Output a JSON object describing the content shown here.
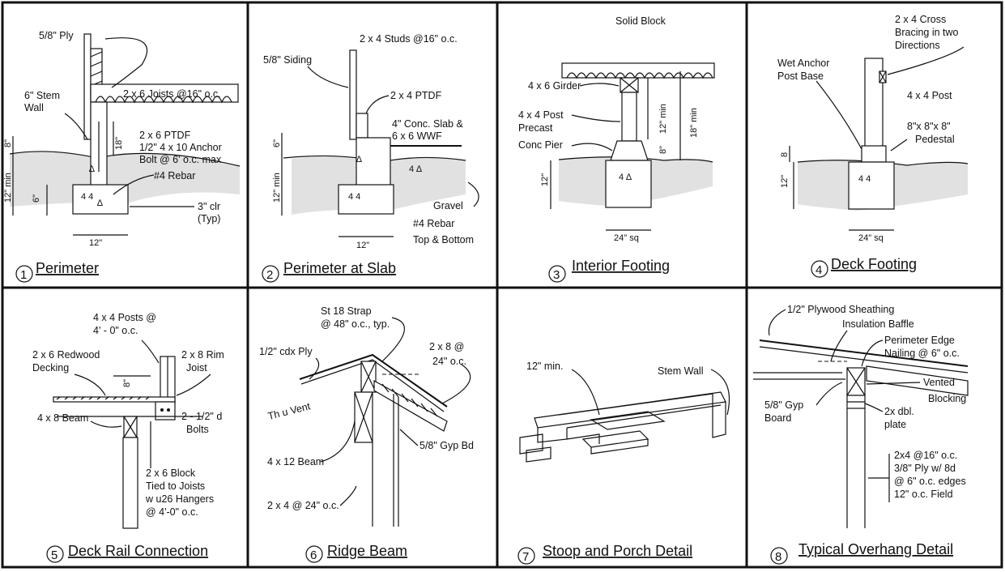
{
  "panels": [
    {
      "num": "1",
      "title": "Perimeter",
      "labels": {
        "ply": "5/8\" Ply",
        "stem1": "6\" Stem",
        "stem2": "Wall",
        "joists": "2 x 6 Joists @16\" o.c.",
        "ptdf": "2 x 6 PTDF",
        "anchor1": "1/2\" 4 x 10 Anchor",
        "anchor2": "Bolt @ 6' o.c. max",
        "rebar": "#4 Rebar",
        "clr1": "3\" clr",
        "clr2": "(Typ)",
        "dim8": "8\"",
        "dim18": "18\"",
        "dim12min": "12\" min",
        "dim6": "6\"",
        "dim12": "12\""
      }
    },
    {
      "num": "2",
      "title": "Perimeter at Slab",
      "labels": {
        "studs": "2 x 4 Studs @16\" o.c.",
        "siding": "5/8\" Siding",
        "ptdf": "2 x 4 PTDF",
        "slab1": "4\" Conc. Slab &",
        "slab2": "6 x 6 WWF",
        "gravel": "Gravel",
        "rebar1": "#4 Rebar",
        "rebar2": "Top & Bottom",
        "dim6": "6\"",
        "dim12min": "12\" min",
        "dim12": "12\""
      }
    },
    {
      "num": "3",
      "title": "Interior Footing",
      "labels": {
        "block": "Solid Block",
        "girder": "4 x 6 Girder",
        "post1": "4 x 4 Post",
        "post2": "Precast",
        "post3": "Conc Pier",
        "dim12min": "12\" min",
        "dim18min": "18\" min",
        "dim8": "8\"",
        "dim12": "12\"",
        "dim24": "24\" sq"
      }
    },
    {
      "num": "4",
      "title": "Deck Footing",
      "labels": {
        "brace1": "2 x 4 Cross",
        "brace2": "Bracing in two",
        "brace3": "Directions",
        "anchor1": "Wet Anchor",
        "anchor2": "Post Base",
        "post": "4 x 4 Post",
        "ped1": "8\"x 8\"x 8\"",
        "ped2": "Pedestal",
        "dim8": "8",
        "dim12": "12\"",
        "dim24": "24\" sq"
      }
    },
    {
      "num": "5",
      "title": "Deck Rail Connection",
      "labels": {
        "posts1": "4 x 4 Posts @",
        "posts2": "4' - 0\" o.c.",
        "deck1": "2 x 6 Redwood",
        "deck2": "Decking",
        "rim1": "2 x 8 Rim",
        "rim2": "Joist",
        "bolts1": "2 - 1/2\" d",
        "bolts2": "Bolts",
        "beam": "4 x 8 Beam",
        "block1": "2 x 6 Block",
        "block2": "Tied to Joists",
        "block3": "w u26 Hangers",
        "block4": "@ 4'-0\" o.c.",
        "dim8": "8\""
      }
    },
    {
      "num": "6",
      "title": "Ridge Beam",
      "labels": {
        "strap1": "St 18 Strap",
        "strap2": "@ 48\" o.c., typ.",
        "cdx": "1/2\" cdx Ply",
        "rafter1": "2 x 8 @",
        "rafter2": "24\" o.c.",
        "vent": "Th  u Vent",
        "beam": "4 x 12 Beam",
        "gyp": "5/8\" Gyp Bd",
        "studs": "2 x 4 @ 24\" o.c."
      }
    },
    {
      "num": "7",
      "title": "Stoop and Porch Detail",
      "labels": {
        "min": "12\" min.",
        "stem": "Stem Wall"
      }
    },
    {
      "num": "8",
      "title": "Typical Overhang Detail",
      "labels": {
        "sheath": "1/2\" Plywood Sheathing",
        "baffle": "Insulation Baffle",
        "edge1": "Perimeter Edge",
        "edge2": "Nailing @ 6\" o.c.",
        "vented1": "Vented",
        "vented2": "Blocking",
        "gyp1": "5/8\" Gyp",
        "gyp2": "Board",
        "plate1": "2x dbl.",
        "plate2": "plate",
        "wall1": "2x4 @16\" o.c.",
        "wall2": "3/8\" Ply w/ 8d",
        "wall3": "@ 6\" o.c. edges",
        "wall4": "12\" o.c. Field"
      }
    }
  ]
}
